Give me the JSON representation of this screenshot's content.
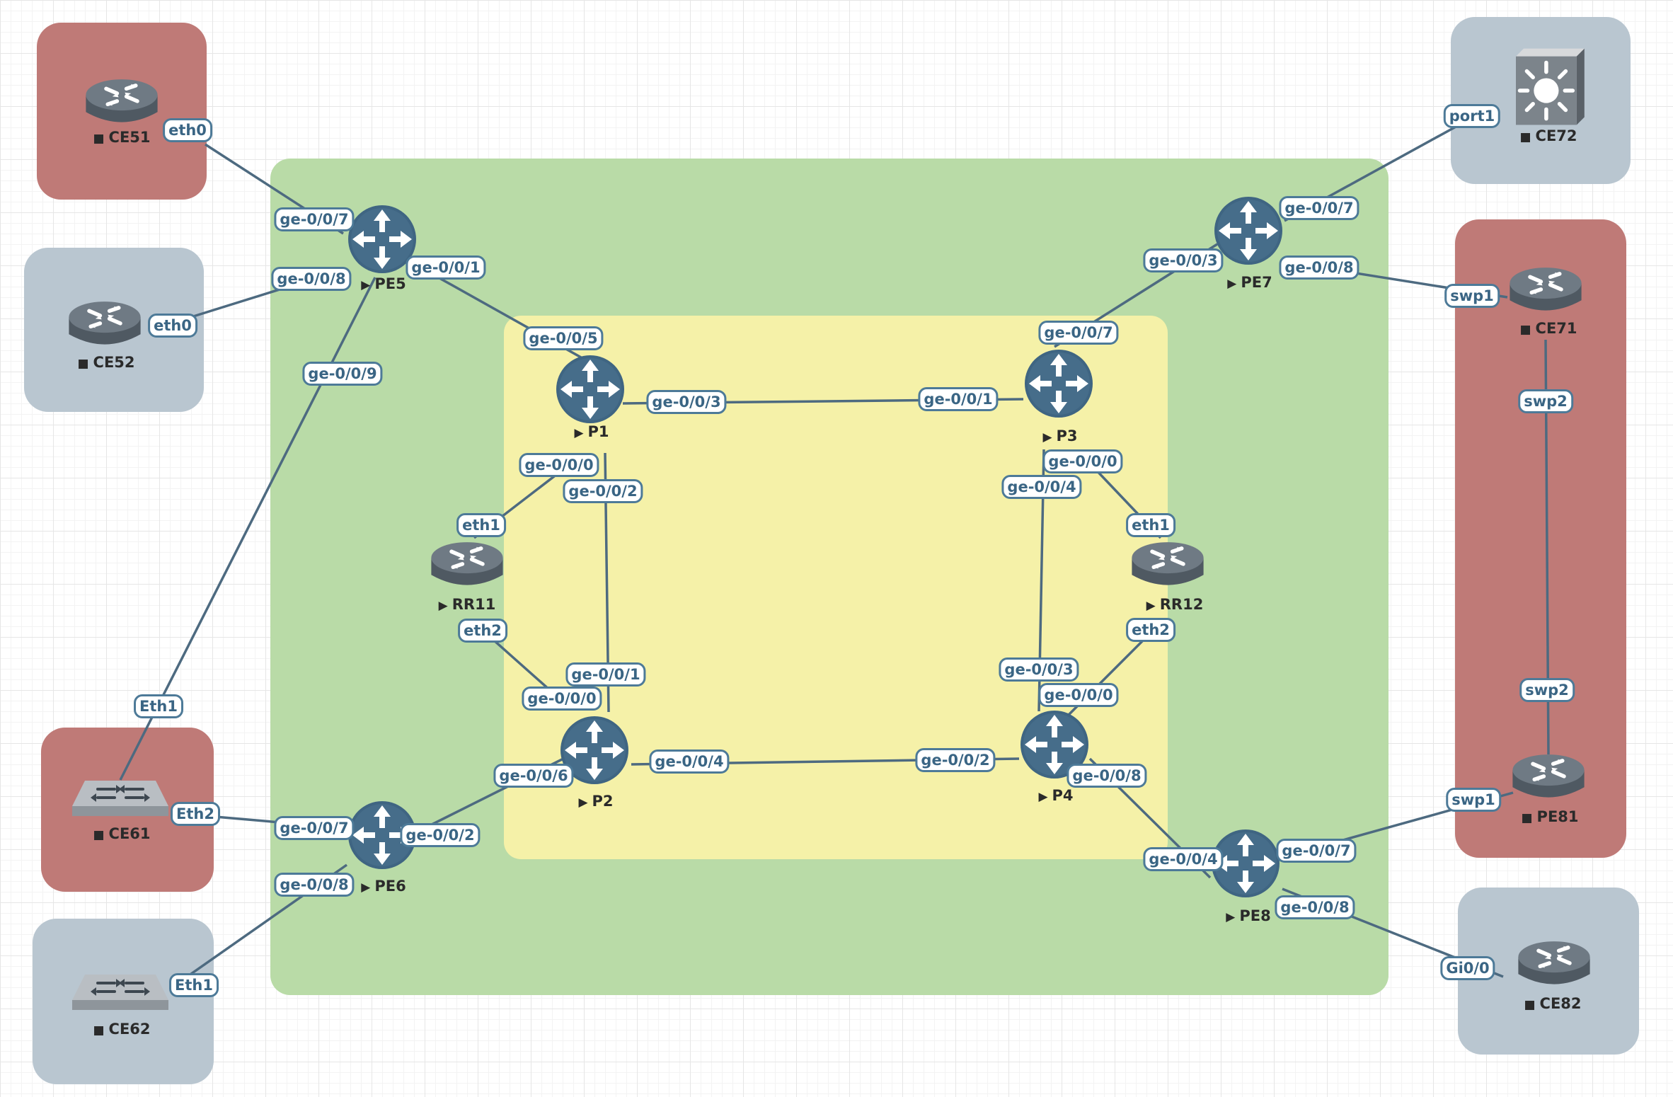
{
  "zones": [
    {
      "id": "ce51-zone",
      "color": "red"
    },
    {
      "id": "ce52-zone",
      "color": "grey"
    },
    {
      "id": "ce61-zone",
      "color": "red"
    },
    {
      "id": "ce62-zone",
      "color": "grey"
    },
    {
      "id": "ce72-zone",
      "color": "grey"
    },
    {
      "id": "ce71-zone",
      "color": "red"
    },
    {
      "id": "ce82-zone",
      "color": "grey"
    },
    {
      "id": "provider-edge-zone",
      "color": "green"
    },
    {
      "id": "core-zone",
      "color": "yellow"
    }
  ],
  "nodes": {
    "CE51": {
      "label": "CE51",
      "mark": "■",
      "icon": "router-icon"
    },
    "CE52": {
      "label": "CE52",
      "mark": "■",
      "icon": "router-icon"
    },
    "CE61": {
      "label": "CE61",
      "mark": "■",
      "icon": "switch-icon"
    },
    "CE62": {
      "label": "CE62",
      "mark": "■",
      "icon": "switch-icon"
    },
    "CE72": {
      "label": "CE72",
      "mark": "■",
      "icon": "l3-switch-icon"
    },
    "CE71": {
      "label": "CE71",
      "mark": "■",
      "icon": "router-icon"
    },
    "PE81": {
      "label": "PE81",
      "mark": "■",
      "icon": "router-icon"
    },
    "CE82": {
      "label": "CE82",
      "mark": "■",
      "icon": "router-icon"
    },
    "PE5": {
      "label": "PE5",
      "mark": "▶",
      "icon": "juniper-router-icon"
    },
    "PE6": {
      "label": "PE6",
      "mark": "▶",
      "icon": "juniper-router-icon"
    },
    "PE7": {
      "label": "PE7",
      "mark": "▶",
      "icon": "juniper-router-icon"
    },
    "PE8": {
      "label": "PE8",
      "mark": "▶",
      "icon": "juniper-router-icon"
    },
    "P1": {
      "label": "P1",
      "mark": "▶",
      "icon": "juniper-router-icon"
    },
    "P2": {
      "label": "P2",
      "mark": "▶",
      "icon": "juniper-router-icon"
    },
    "P3": {
      "label": "P3",
      "mark": "▶",
      "icon": "juniper-router-icon"
    },
    "P4": {
      "label": "P4",
      "mark": "▶",
      "icon": "juniper-router-icon"
    },
    "RR11": {
      "label": "RR11",
      "mark": "▶",
      "icon": "router-icon"
    },
    "RR12": {
      "label": "RR12",
      "mark": "▶",
      "icon": "router-icon"
    }
  },
  "links": [
    {
      "a": "CE51",
      "a_port": "eth0",
      "b": "PE5",
      "b_port": "ge-0/0/7"
    },
    {
      "a": "CE52",
      "a_port": "eth0",
      "b": "PE5",
      "b_port": "ge-0/0/8"
    },
    {
      "a": "PE5",
      "a_port": "ge-0/0/1",
      "b": "P1",
      "b_port": "ge-0/0/5"
    },
    {
      "a": "PE5",
      "a_port": "ge-0/0/9",
      "b": "CE61",
      "b_port": "Eth1"
    },
    {
      "a": "CE61",
      "a_port": "Eth2",
      "b": "PE6",
      "b_port": "ge-0/0/7"
    },
    {
      "a": "CE62",
      "a_port": "Eth1",
      "b": "PE6",
      "b_port": "ge-0/0/8"
    },
    {
      "a": "PE6",
      "a_port": "ge-0/0/2",
      "b": "P2",
      "b_port": "ge-0/0/6"
    },
    {
      "a": "P1",
      "a_port": "ge-0/0/3",
      "b": "P3",
      "b_port": "ge-0/0/1"
    },
    {
      "a": "P1",
      "a_port": "ge-0/0/0",
      "b": "RR11",
      "b_port": "eth1"
    },
    {
      "a": "P1",
      "a_port": "ge-0/0/2",
      "b": "P2",
      "b_port": "ge-0/0/1"
    },
    {
      "a": "RR11",
      "a_port": "eth2",
      "b": "P2",
      "b_port": "ge-0/0/0"
    },
    {
      "a": "P2",
      "a_port": "ge-0/0/4",
      "b": "P4",
      "b_port": "ge-0/0/2"
    },
    {
      "a": "P3",
      "a_port": "ge-0/0/0",
      "b": "RR12",
      "b_port": "eth1"
    },
    {
      "a": "P3",
      "a_port": "ge-0/0/4",
      "b": "P4",
      "b_port": "ge-0/0/3"
    },
    {
      "a": "RR12",
      "a_port": "eth2",
      "b": "P4",
      "b_port": "ge-0/0/0"
    },
    {
      "a": "P3",
      "a_port": "ge-0/0/7",
      "b": "PE7",
      "b_port": "ge-0/0/3"
    },
    {
      "a": "P4",
      "a_port": "ge-0/0/8",
      "b": "PE8",
      "b_port": "ge-0/0/4"
    },
    {
      "a": "PE7",
      "a_port": "ge-0/0/7",
      "b": "CE72",
      "b_port": "port1"
    },
    {
      "a": "PE7",
      "a_port": "ge-0/0/8",
      "b": "CE71",
      "b_port": "swp1"
    },
    {
      "a": "CE71",
      "a_port": "swp2",
      "b": "PE81",
      "b_port": "swp2"
    },
    {
      "a": "PE8",
      "a_port": "ge-0/0/7",
      "b": "PE81",
      "b_port": "swp1"
    },
    {
      "a": "PE8",
      "a_port": "ge-0/0/8",
      "b": "CE82",
      "b_port": "Gi0/0"
    }
  ],
  "colors": {
    "link": "#4d6a80",
    "port_border": "#4d7a98",
    "router_body": "#5b6670",
    "juniper_body": "#3f6582"
  }
}
